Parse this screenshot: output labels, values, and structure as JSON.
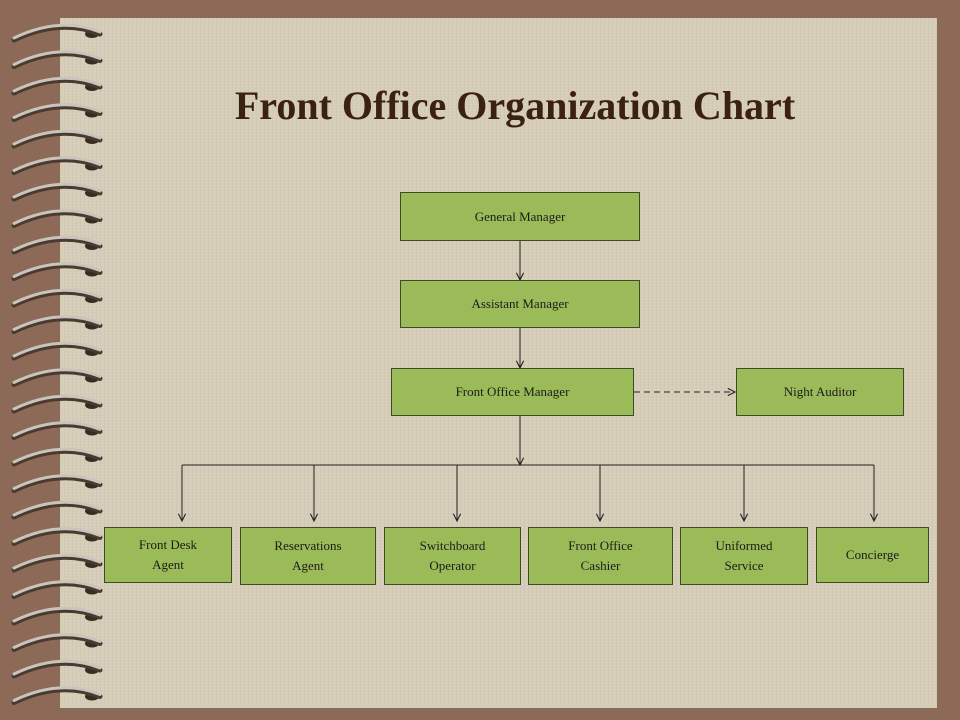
{
  "title": "Front Office Organization Chart",
  "nodes": {
    "general_manager": "General Manager",
    "assistant_manager": "Assistant Manager",
    "front_office_manager": "Front Office Manager",
    "night_auditor": "Night Auditor",
    "front_desk_agent": "Front Desk\nAgent",
    "reservations_agent": "Reservations\nAgent",
    "switchboard_operator": "Switchboard\nOperator",
    "front_office_cashier": "Front Office\nCashier",
    "uniformed_service": "Uniformed\nService",
    "concierge": "Concierge"
  },
  "colors": {
    "box_fill": "#9bbb59",
    "title": "#3b2112",
    "paper": "#d6cdb8",
    "frame": "#8c6a57"
  }
}
